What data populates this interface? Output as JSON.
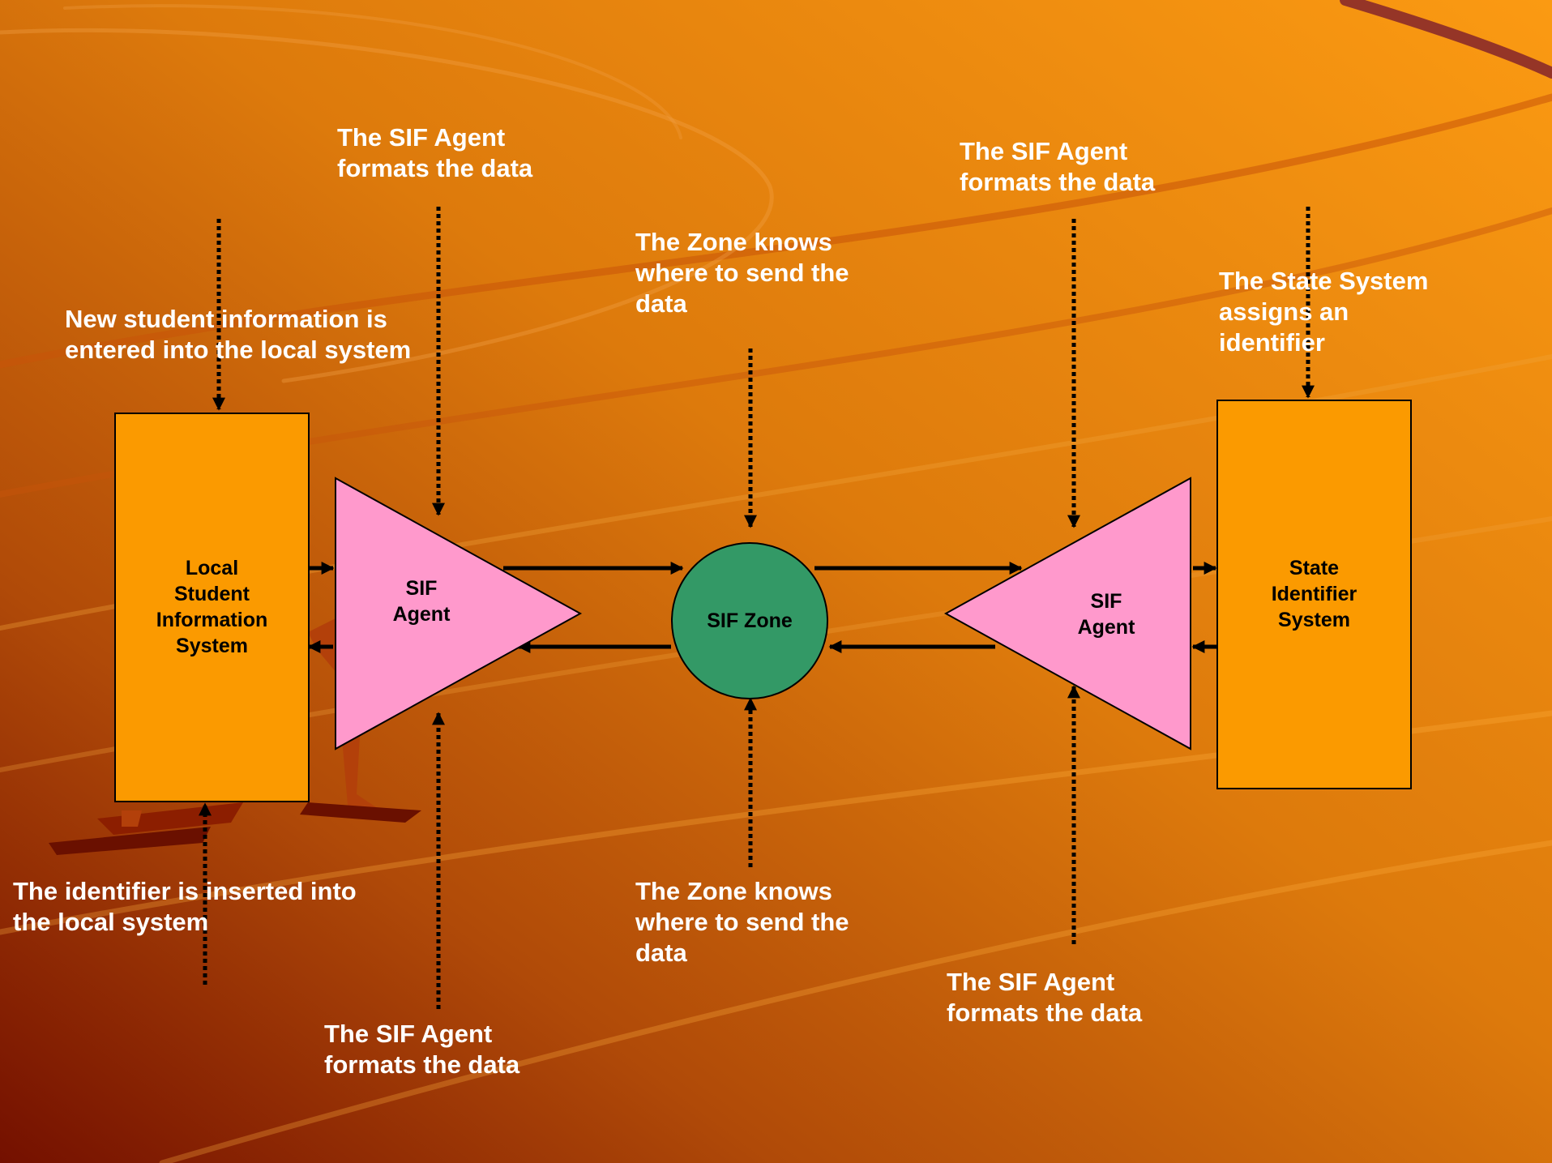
{
  "nodes": {
    "local_system": {
      "lines": [
        "Local",
        "Student",
        "Information",
        "System"
      ]
    },
    "sif_agent_left": {
      "lines": [
        "SIF",
        "Agent"
      ]
    },
    "sif_zone": {
      "lines": [
        "SIF Zone"
      ]
    },
    "sif_agent_right": {
      "lines": [
        "SIF",
        "Agent"
      ]
    },
    "state_system": {
      "lines": [
        "State",
        "Identifier",
        "System"
      ]
    }
  },
  "annotations": {
    "new_student": {
      "lines": [
        "New student information is",
        "entered into the local system"
      ]
    },
    "agent_formats_top_left": {
      "lines": [
        "The SIF Agent",
        "formats the data"
      ]
    },
    "zone_knows_top": {
      "lines": [
        "The Zone knows",
        "where to send the",
        "data"
      ]
    },
    "agent_formats_top_right": {
      "lines": [
        "The SIF Agent",
        "formats the data"
      ]
    },
    "state_assigns": {
      "lines": [
        "The State System",
        "assigns an",
        "identifier"
      ]
    },
    "identifier_inserted": {
      "lines": [
        "The identifier is inserted into",
        "the local system"
      ]
    },
    "agent_formats_bottom_left": {
      "lines": [
        "The SIF Agent",
        "formats the data"
      ]
    },
    "zone_knows_bottom": {
      "lines": [
        "The Zone knows",
        "where to send the",
        "data"
      ]
    },
    "agent_formats_bottom_right": {
      "lines": [
        "The SIF Agent",
        "formats the data"
      ]
    }
  },
  "colors": {
    "background_light": "#f7941d",
    "background_dark": "#7a1200",
    "box_fill": "#fb9a00",
    "agent_fill": "#ff99cc",
    "zone_fill": "#339966",
    "label_text": "#ffffff",
    "node_text": "#000000",
    "arrow": "#000000"
  }
}
